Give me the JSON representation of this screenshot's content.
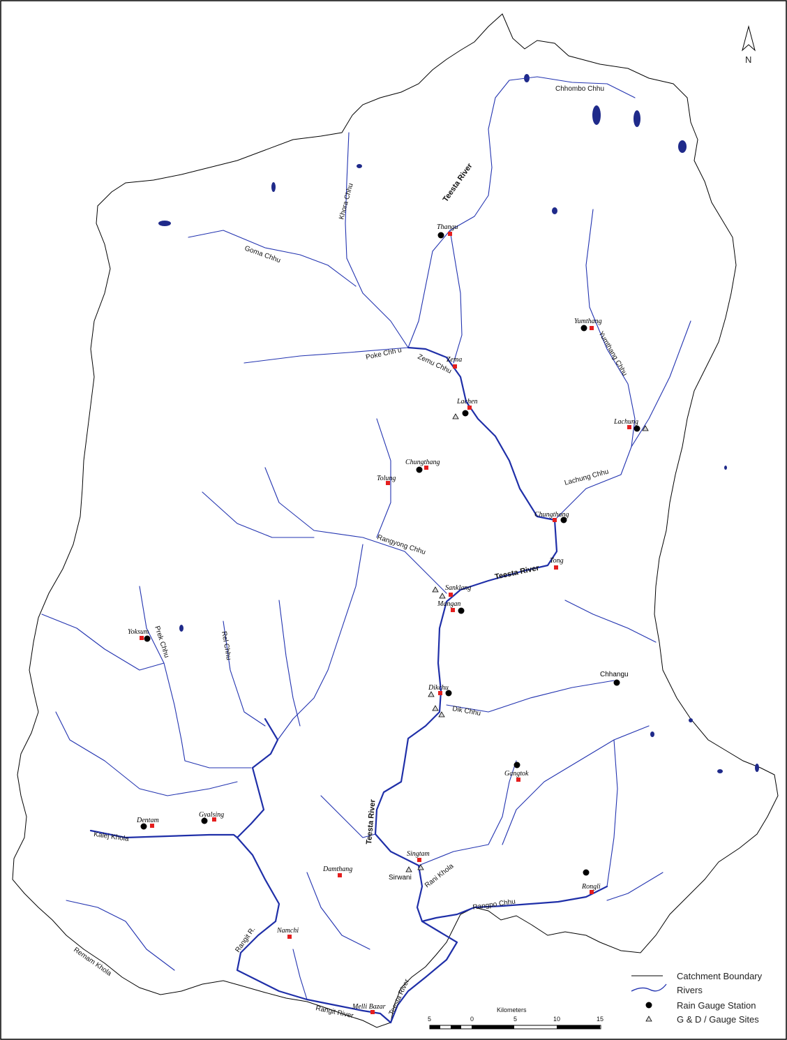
{
  "north_label": "N",
  "colors": {
    "river": "#1f2fa8",
    "station_square": "#e41e1e",
    "lake": "#1f2a8a"
  },
  "rivers": {
    "chhombo": "Chhombo Chhu",
    "teesta_north": "Teesta River",
    "khora": "Khora Chhu",
    "goma": "Goma Chhu",
    "poke": "Poke Chh u",
    "zemu": "Zemu Chhu",
    "yumthang": "Yumthang Chhu",
    "lachung": "Lachung Chhu",
    "rangyong": "Rangyong Chhu",
    "teesta_mid": "Teesta River",
    "prek": "Prek Chhu",
    "rel": "Rel Chhu",
    "dik": "Dik Chhu",
    "teesta_south": "Teesta River",
    "kalej": "Kalej Khola",
    "rani": "Rani Khola",
    "rangpo": "Rangpo Chhu",
    "rangit_r": "Rangit R.",
    "remam": "Remam Khola",
    "rangit_river": "Rangit River",
    "teesta_bottom": "Teesta River"
  },
  "stations": {
    "thangu": "Thangu",
    "yumthang": "Yumthang",
    "zema": "Zema",
    "lachen": "Lachen",
    "lachung": "Lachung",
    "chungthang1": "Chungthang",
    "tolung": "Tolung",
    "chungthang2": "Chungthang",
    "tong": "Tong",
    "sanklang": "Sanklang",
    "mangan": "Mangan",
    "yoksum": "Yoksum",
    "dikchu": "Dikchu",
    "chhangu": "Chhangu",
    "gangtok": "Gangtok",
    "dentam": "Dentam",
    "gyalsing": "Gyalsing",
    "singtam": "Singtam",
    "sirwani": "Sirwani",
    "damthang": "Damthang",
    "rongli": "Rongli",
    "namchi": "Namchi",
    "melli": "Melli Bazar"
  },
  "legend": {
    "boundary": "Catchment Boundary",
    "rivers": "Rivers",
    "rain": "Rain Gauge Station",
    "gauge": "G & D / Gauge Sites"
  },
  "scale": {
    "title": "Kilometers",
    "ticks": [
      "5",
      "0",
      "5",
      "10",
      "15"
    ]
  }
}
